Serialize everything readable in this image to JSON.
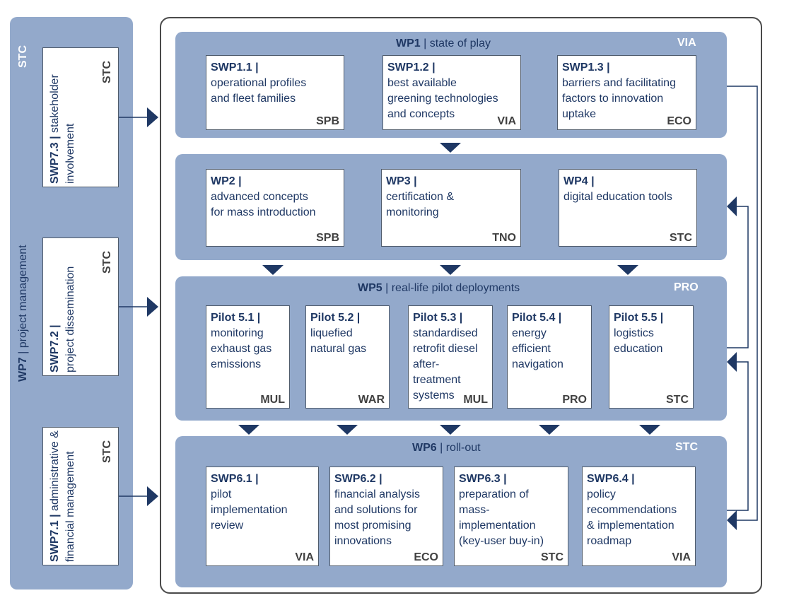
{
  "left_column": {
    "corner_code": "STC",
    "title_bold": "WP7",
    "title_rest": " | project management",
    "items": [
      {
        "id": "SWP7.3 |",
        "label": "stakeholder",
        "label2": "involvement",
        "code": "STC"
      },
      {
        "id": "SWP7.2 |",
        "label": "project dissemination",
        "label2": "",
        "code": "STC"
      },
      {
        "id": "SWP7.1 |",
        "label": "administrative &",
        "label2": "financial management",
        "code": "STC"
      }
    ]
  },
  "wp1": {
    "title_bold": "WP1",
    "title_rest": " | state of play",
    "corner_code": "VIA",
    "boxes": [
      {
        "title": "SWP1.1 |",
        "text": "operational profiles\nand fleet families",
        "code": "SPB"
      },
      {
        "title": "SWP1.2 |",
        "text": "best available\ngreening technologies\nand concepts",
        "code": "VIA"
      },
      {
        "title": "SWP1.3 |",
        "text": "barriers and facilitating\nfactors to innovation\nuptake",
        "code": "ECO"
      }
    ]
  },
  "wp234": {
    "boxes": [
      {
        "title": "WP2 |",
        "text": "advanced concepts\nfor mass introduction",
        "code": "SPB"
      },
      {
        "title": "WP3 |",
        "text": "certification &\nmonitoring",
        "code": "TNO"
      },
      {
        "title": "WP4 |",
        "text": "digital education tools",
        "code": "STC"
      }
    ]
  },
  "wp5": {
    "title_bold": "WP5",
    "title_rest": " | real-life pilot deployments",
    "corner_code": "PRO",
    "boxes": [
      {
        "title": "Pilot 5.1 |",
        "text": "monitoring\nexhaust gas\nemissions",
        "code": "MUL"
      },
      {
        "title": "Pilot 5.2 |",
        "text": "liquefied\nnatural gas",
        "code": "WAR"
      },
      {
        "title": "Pilot 5.3 |",
        "text": "standardised\nretrofit diesel\nafter-\ntreatment\nsystems",
        "code": "MUL"
      },
      {
        "title": "Pilot 5.4 |",
        "text": "energy\nefficient\nnavigation",
        "code": "PRO"
      },
      {
        "title": "Pilot 5.5 |",
        "text": "logistics\neducation",
        "code": "STC"
      }
    ]
  },
  "wp6": {
    "title_bold": "WP6",
    "title_rest": " | roll-out",
    "corner_code": "STC",
    "boxes": [
      {
        "title": "SWP6.1 |",
        "text": "pilot\nimplementation\nreview",
        "code": "VIA"
      },
      {
        "title": "SWP6.2 |",
        "text": "financial analysis\nand solutions for\nmost promising\ninnovations",
        "code": "ECO"
      },
      {
        "title": "SWP6.3 |",
        "text": "preparation of\nmass-\nimplementation\n(key-user buy-in)",
        "code": "STC"
      },
      {
        "title": "SWP6.4 |",
        "text": "policy\nrecommendations\n& implementation\nroadmap",
        "code": "VIA"
      }
    ]
  },
  "colors": {
    "panel": "#93a9cb",
    "text": "#1f3864",
    "arrow": "#1f3864",
    "box_border": "#4f5b6b"
  }
}
